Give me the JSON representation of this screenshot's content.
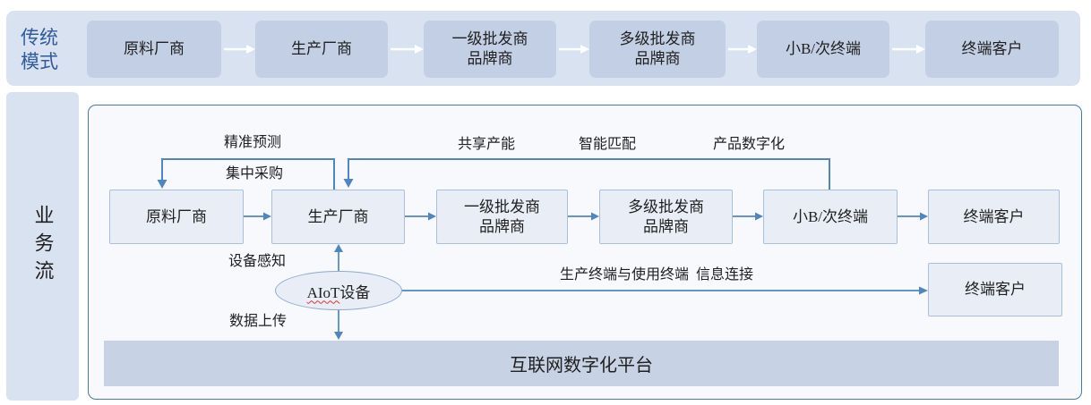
{
  "colors": {
    "strip_bg": "#d9e2f0",
    "top_box_bg": "#c3cfe4",
    "traditional_label_color": "#2e5b9e",
    "container_border": "#4779ae",
    "container_bg": "#f7f9fc",
    "flow_box_bg": "#e9eef6",
    "flow_box_border": "#a9c0dc",
    "ellipse_border": "#8fa9d0",
    "arrow_blue": "#4f86c2",
    "arrow_white": "#ffffff",
    "platform_bg": "#c7d2e4",
    "text_color": "#1f1f1f",
    "aiot_underline": "#e03030"
  },
  "traditional": {
    "label": "传统\n模式",
    "nodes": [
      {
        "label": "原料厂商"
      },
      {
        "label": "生产厂商"
      },
      {
        "label": "一级批发商\n品牌商"
      },
      {
        "label": "多级批发商\n品牌商"
      },
      {
        "label": "小B/次终端"
      },
      {
        "label": "终端客户"
      }
    ]
  },
  "business": {
    "label": "业务流",
    "nodes": [
      {
        "label": "原料厂商"
      },
      {
        "label": "生产厂商"
      },
      {
        "label": "一级批发商\n品牌商"
      },
      {
        "label": "多级批发商\n品牌商"
      },
      {
        "label": "小B/次终端"
      },
      {
        "label": "终端客户"
      }
    ],
    "extra_node": {
      "label": "终端客户"
    },
    "aiot_device": {
      "prefix": "AIoT",
      "suffix": "设备"
    },
    "platform": {
      "label": "互联网数字化平台"
    },
    "annotations": {
      "forecast": "精准预测",
      "procurement": "集中采购",
      "capacity": "共享产能",
      "matching": "智能匹配",
      "digitization": "产品数字化",
      "sensing": "设备感知",
      "upload": "数据上传",
      "terminal_link": "生产终端与使用终端  信息连接"
    }
  }
}
